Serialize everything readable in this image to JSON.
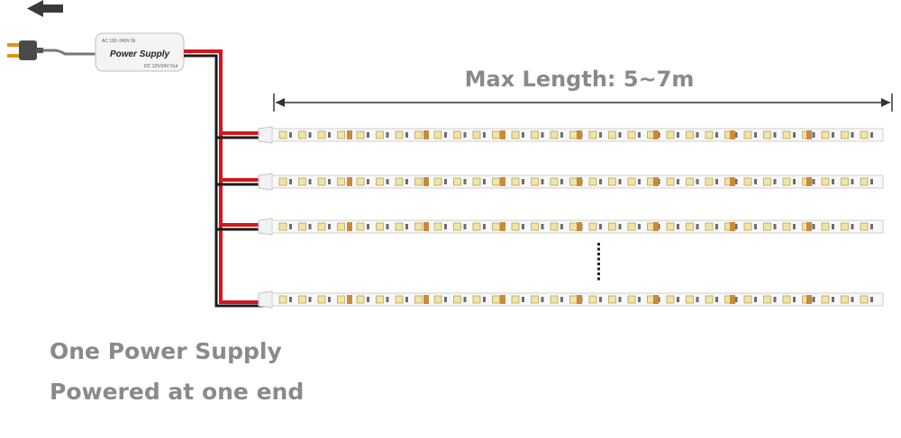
{
  "power_supply": {
    "label": "Power Supply",
    "input_rating": "AC 110~240V IN",
    "output_rating": "DC 12V/24V Out"
  },
  "dimension": {
    "label": "Max Length: 5~7m"
  },
  "captions": {
    "line1": "One Power Supply",
    "line2": "Powered at one end"
  },
  "strips": {
    "count_drawn": 4,
    "continuation_marker": "ellipsis-vertical"
  },
  "colors": {
    "wire_red": "#d8141b",
    "wire_black": "#1a1a1a",
    "text_gray": "#8a8a8a",
    "plug_orange": "#e0951a",
    "led_yellow": "#f3e4a0"
  },
  "icons": [
    "arrow-left-icon",
    "plug-icon",
    "power-supply-box",
    "led-strip"
  ]
}
